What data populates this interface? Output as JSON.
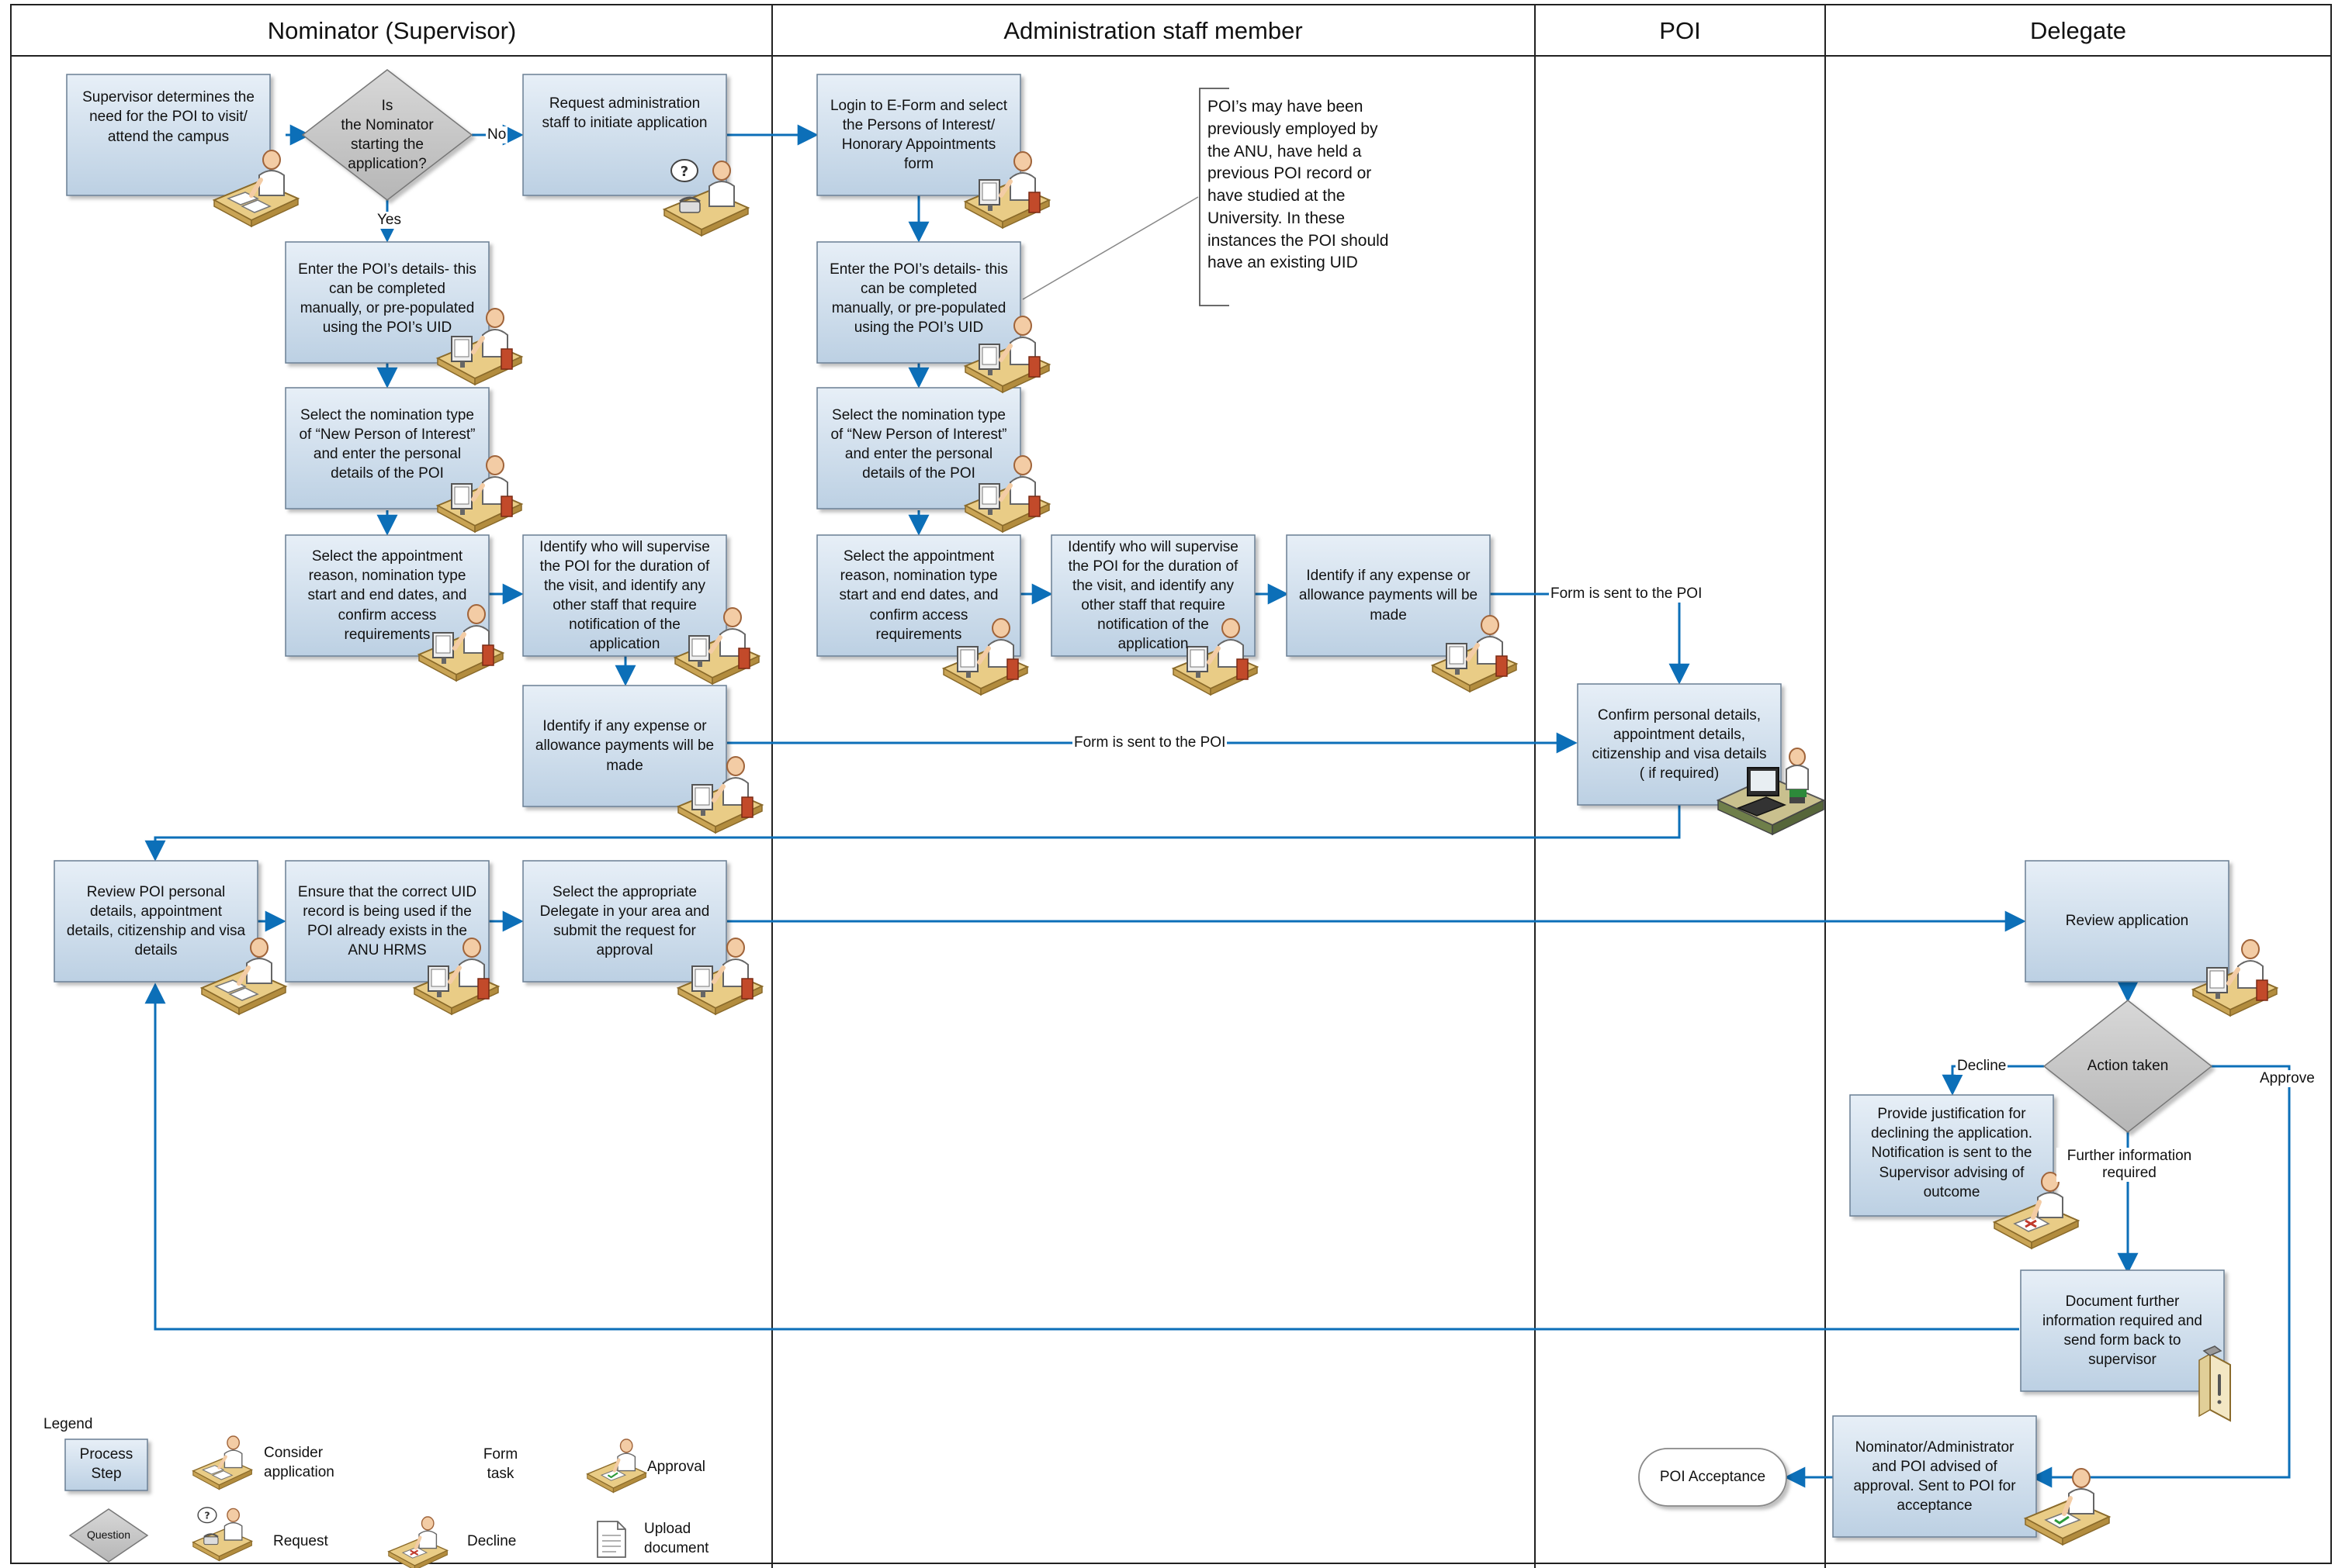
{
  "lanes": {
    "nominator": "Nominator (Supervisor)",
    "admin": "Administration staff member",
    "poi": "POI",
    "delegate": "Delegate"
  },
  "nodes": {
    "n_determine": "Supervisor determines the need for the POI to visit/ attend the campus",
    "n_question": "Is\nthe Nominator\nstarting the\napplication?",
    "n_request_admin": "Request administration staff to initiate application",
    "n_enter_details": "Enter the POI’s details- this can be completed manually, or pre-populated using the POI’s UID",
    "n_select_type": "Select the nomination type of “New Person of Interest” and enter the personal details of the POI",
    "n_appt_reason": "Select the appointment reason, nomination type start and end dates, and confirm access requirements",
    "n_supervise": "Identify who will supervise the POI for the duration of the visit, and identify any other staff that require notification of the application",
    "n_expense": "Identify if any expense or allowance payments will be made",
    "a_login": "Login to E-Form and select the Persons of Interest/ Honorary Appointments form",
    "a_enter_details": "Enter the POI’s details- this can be completed manually, or pre-populated using the POI’s UID",
    "a_select_type": "Select the nomination type of “New Person of Interest” and enter the personal details of the POI",
    "a_appt_reason": "Select the appointment reason, nomination type start and end dates, and confirm access requirements",
    "a_supervise": "Identify who will supervise the POI for the duration of the visit, and identify any other staff that require notification of the application",
    "a_expense": "Identify if any expense or allowance payments will be made",
    "p_confirm": "Confirm personal details, appointment details, citizenship and visa details ( if required)",
    "n_review": "Review POI personal details, appointment details, citizenship and visa details",
    "n_uid": "Ensure that the correct UID record is being used if the POI already exists in the ANU HRMS",
    "n_delegate": "Select the appropriate Delegate in your area and submit the request for approval",
    "d_review": "Review application",
    "d_action": "Action taken",
    "d_decline": "Provide justification for declining the application. Notification is sent to the Supervisor advising of outcome",
    "d_further": "Document further information required and send form back to supervisor",
    "d_approved": "Nominator/Administrator and POI advised of approval. Sent to POI for acceptance",
    "p_accept": "POI Acceptance"
  },
  "note": "POI’s may have been previously employed by the ANU, have held a previous POI record or have studied at the University. In these instances the POI should have an existing UID",
  "edge_labels": {
    "no": "No",
    "yes": "Yes",
    "form_sent_1": "Form is sent to the POI",
    "form_sent_2": "Form is sent to the POI",
    "decline": "Decline",
    "approve": "Approve",
    "further": "Further information\nrequired"
  },
  "legend": {
    "title": "Legend",
    "process_step": "Process\nStep",
    "consider": "Consider\napplication",
    "form_task": "Form\ntask",
    "approval": "Approval",
    "question": "Question",
    "request": "Request",
    "decline": "Decline",
    "upload": "Upload\ndocument"
  },
  "colors": {
    "lane_border": "#222222",
    "header_fill": "#ffffff",
    "box_fill_top": "#e6eef6",
    "box_fill_bottom": "#bed1e4",
    "box_stroke": "#6b7f93",
    "diamond_fill": "#c8c8c8",
    "arrow": "#0c6fb8",
    "desk": "#e7c983",
    "person": "#f1c9a2"
  },
  "icons": {
    "form_task": "person-at-computer-icon",
    "approval": "person-approving-icon",
    "request": "person-with-question-icon",
    "consider": "person-reviewing-icon",
    "decline": "person-declining-icon",
    "upload": "document-icon",
    "phone": "desk-phone-icon"
  }
}
